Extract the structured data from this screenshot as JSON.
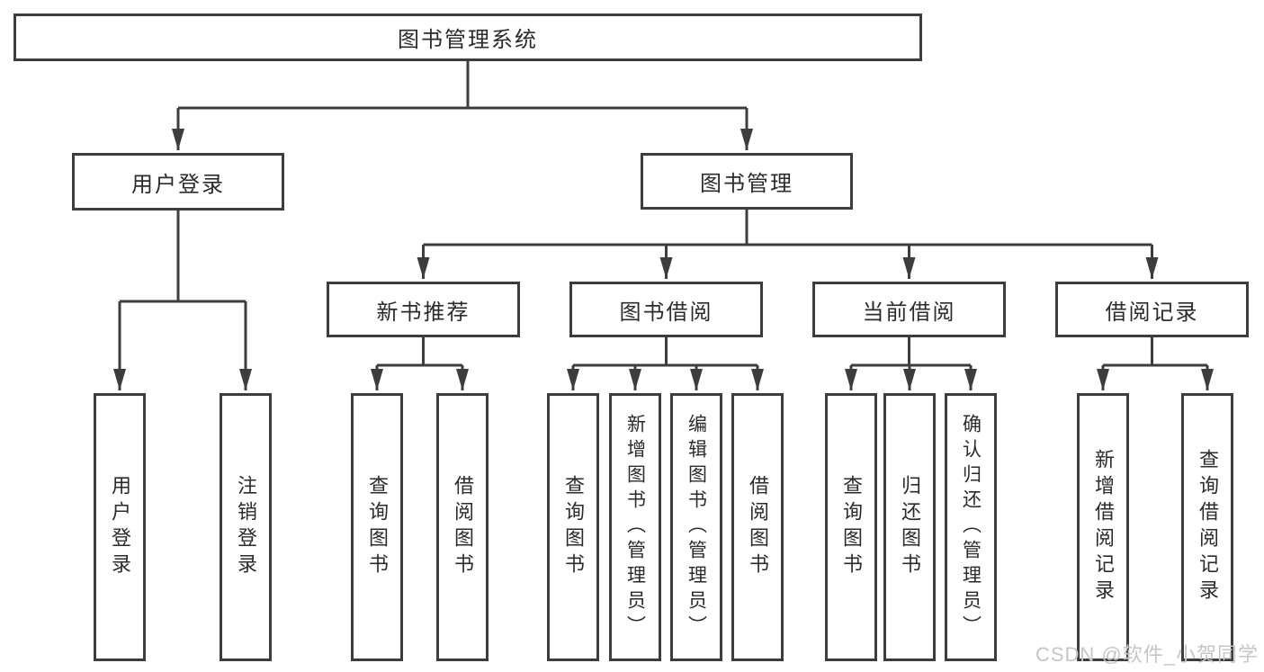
{
  "diagram": {
    "title": "图书管理系统",
    "level2": [
      {
        "label": "用户登录"
      },
      {
        "label": "图书管理"
      }
    ],
    "level3": [
      {
        "label": "新书推荐"
      },
      {
        "label": "图书借阅"
      },
      {
        "label": "当前借阅"
      },
      {
        "label": "借阅记录"
      }
    ],
    "leaves": [
      {
        "label": "用户登录",
        "parent": "用户登录"
      },
      {
        "label": "注销登录",
        "parent": "用户登录"
      },
      {
        "label": "查询图书",
        "parent": "新书推荐"
      },
      {
        "label": "借阅图书",
        "parent": "新书推荐"
      },
      {
        "label": "查询图书",
        "parent": "图书借阅"
      },
      {
        "label": "新增图书（管理员）",
        "parent": "图书借阅"
      },
      {
        "label": "编辑图书（管理员）",
        "parent": "图书借阅"
      },
      {
        "label": "借阅图书",
        "parent": "图书借阅"
      },
      {
        "label": "查询图书",
        "parent": "当前借阅"
      },
      {
        "label": "归还图书",
        "parent": "当前借阅"
      },
      {
        "label": "确认归还（管理员）",
        "parent": "当前借阅"
      },
      {
        "label": "新增借阅记录",
        "parent": "借阅记录"
      },
      {
        "label": "查询借阅记录",
        "parent": "借阅记录"
      }
    ],
    "colors": {
      "line": "#3d3d3d",
      "text": "#2b2b2b",
      "background": "#ffffff",
      "watermark": "#c6c6c6"
    }
  },
  "watermark": {
    "text": "CSDN @软件_小贺同学"
  }
}
